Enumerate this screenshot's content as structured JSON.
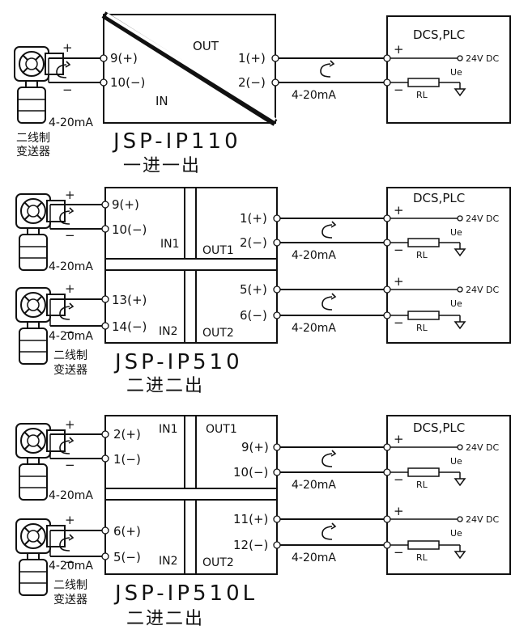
{
  "common": {
    "signal": "4-20mA",
    "transmitter": [
      "二线制",
      "变送器"
    ],
    "dcs": "DCS,PLC",
    "supply": "24V DC",
    "ue": "Ue",
    "rl": "RL",
    "plus": "+",
    "minus": "−"
  },
  "diagram1": {
    "model": "JSP-IP110",
    "desc": "一进一出",
    "in_label": "IN",
    "out_label": "OUT",
    "in_terms": [
      "9(+)",
      "10(−)"
    ],
    "out_terms": [
      "1(+)",
      "2(−)"
    ]
  },
  "diagram2": {
    "model": "JSP-IP510",
    "desc": "二进二出",
    "in1_label": "IN1",
    "in2_label": "IN2",
    "out1_label": "OUT1",
    "out2_label": "OUT2",
    "in1_terms": [
      "9(+)",
      "10(−)"
    ],
    "in2_terms": [
      "13(+)",
      "14(−)"
    ],
    "out1_terms": [
      "1(+)",
      "2(−)"
    ],
    "out2_terms": [
      "5(+)",
      "6(−)"
    ]
  },
  "diagram3": {
    "model": "JSP-IP510L",
    "desc": "二进二出",
    "in1_label": "IN1",
    "in2_label": "IN2",
    "out1_label": "OUT1",
    "out2_label": "OUT2",
    "in1_terms": [
      "2(+)",
      "1(−)"
    ],
    "in2_terms": [
      "6(+)",
      "5(−)"
    ],
    "out1_terms": [
      "9(+)",
      "10(−)"
    ],
    "out2_terms": [
      "11(+)",
      "12(−)"
    ]
  }
}
